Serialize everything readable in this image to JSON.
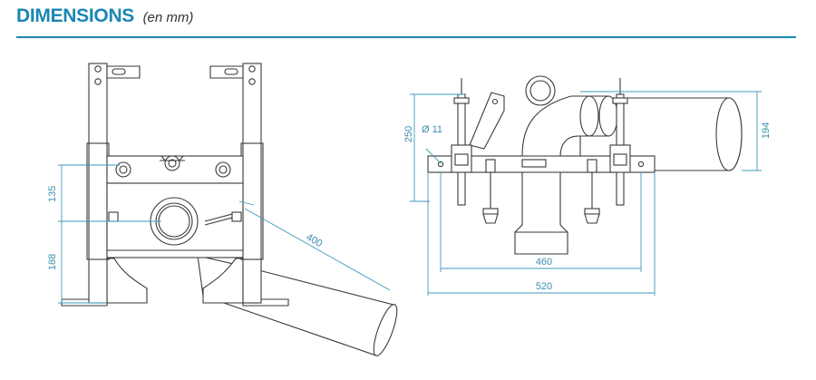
{
  "header": {
    "title": "DIMENSIONS",
    "subtitle": "(en mm)"
  },
  "dimensions": {
    "height_upper": "135",
    "height_lower": "188",
    "pipe_length": "400",
    "height_left": "250",
    "hole_diameter": "Ø 11",
    "height_right": "194",
    "width_inner": "460",
    "width_total": "520"
  },
  "colors": {
    "accent": "#1b87b4",
    "dimension_line": "#3d9bbd",
    "drawing_line": "#3a3a3a"
  }
}
